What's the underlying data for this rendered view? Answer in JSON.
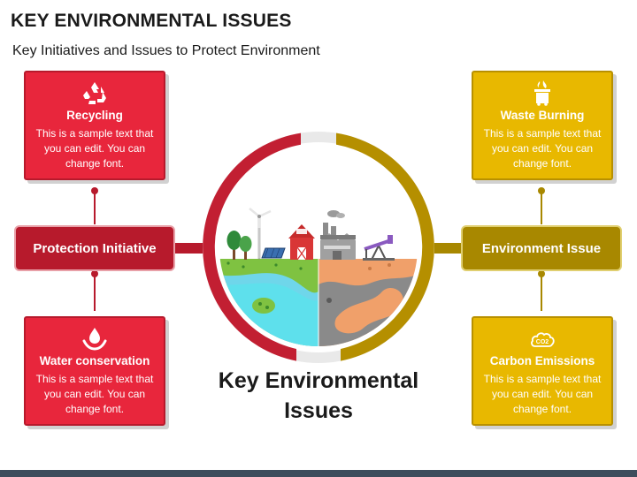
{
  "page": {
    "title": "KEY ENVIRONMENTAL ISSUES",
    "subtitle": "Key Initiatives and Issues to Protect Environment",
    "center_title_line1": "Key Environmental",
    "center_title_line2": "Issues"
  },
  "left_label": "Protection Initiative",
  "right_label": "Environment Issue",
  "factory_label": "",
  "cards": [
    {
      "title": "Recycling",
      "body": "This is a sample text that you can edit. You can change font.",
      "icon": "recycle-icon",
      "color": "#e8263c"
    },
    {
      "title": "Water conservation",
      "body": "This is a sample text that you can edit. You can change font.",
      "icon": "water-hand-icon",
      "color": "#e8263c"
    },
    {
      "title": "Waste Burning",
      "body": "This is a sample text that you can edit. You can change font.",
      "icon": "waste-bin-fire-icon",
      "color": "#e8b800"
    },
    {
      "title": "Carbon Emissions",
      "body": "This is a sample text that you can edit. You can change font.",
      "icon": "co2-cloud-icon",
      "color": "#e8b800"
    }
  ],
  "co2_text": "CO2",
  "colors": {
    "red": "#e8263c",
    "dark_red": "#b71a2c",
    "yellow": "#e8b800",
    "gold": "#a88800",
    "water": "#5ee0ec",
    "grass": "#7fc241",
    "soil": "#f0a06a",
    "polluted": "#777777"
  }
}
